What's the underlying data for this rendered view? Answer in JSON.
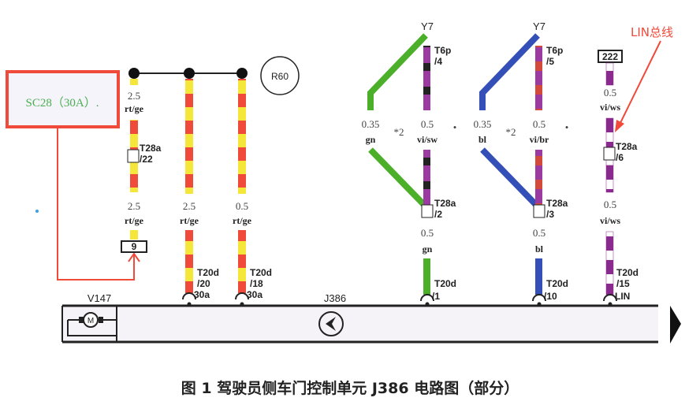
{
  "fuse": {
    "label": "SC28（30A）.",
    "border_color": "#f04a3a",
    "text_color": "#4caf50"
  },
  "relay": {
    "label": "R60"
  },
  "lin_annotation": {
    "label": "LIN总线",
    "color": "#f04a3a"
  },
  "wires": [
    {
      "id": "w1",
      "size_top": "2.5",
      "color_top": "rt/ge",
      "conn": "T28a",
      "pin": "/22",
      "size_bot": "2.5",
      "color_bot": "rt/ge",
      "terminal": "9"
    },
    {
      "id": "w2",
      "size": "2.5",
      "color": "rt/ge",
      "conn": "T20d",
      "pin": "/20",
      "terminal": "30a"
    },
    {
      "id": "w3",
      "size": "0.5",
      "color": "rt/ge",
      "conn": "T20d",
      "pin": "/18",
      "terminal": "30a"
    },
    {
      "id": "w4",
      "top": "Y7",
      "top_conn": "T6p",
      "top_pin": "/4",
      "size_a": "0.35",
      "color_a": "gn",
      "mark": "*2",
      "size_b": "0.5",
      "color_b": "vi/sw",
      "dot": "•",
      "mid_conn": "T28a",
      "mid_pin": "/2",
      "size_bot": "0.5",
      "color_bot": "gn",
      "conn": "T20d",
      "pin": "/1"
    },
    {
      "id": "w5",
      "top": "Y7",
      "top_conn": "T6p",
      "top_pin": "/5",
      "size_a": "0.35",
      "color_a": "bl",
      "mark": "*2",
      "size_b": "0.5",
      "color_b": "vi/br",
      "dot": "•",
      "mid_conn": "T28a",
      "mid_pin": "/3",
      "size_bot": "0.5",
      "color_bot": "bl",
      "conn": "T20d",
      "pin": "/10"
    },
    {
      "id": "w6",
      "top_box": "222",
      "size_top": "0.5",
      "color_top": "vi/ws",
      "mid_conn": "T28a",
      "mid_pin": "/6",
      "size_bot": "0.5",
      "color_bot": "vi/ws",
      "conn": "T20d",
      "pin": "/15",
      "terminal": "LIN"
    }
  ],
  "module": {
    "motor_label": "V147",
    "motor_symbol": "M",
    "unit_label": "J386"
  },
  "caption": "图 1  驾驶员侧车门控制单元 J386 电路图（部分）"
}
